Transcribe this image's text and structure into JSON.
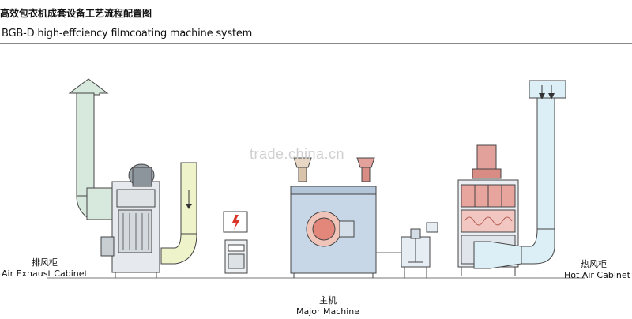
{
  "header": {
    "title_cn": "高效包衣机成套设备工艺流程配置图",
    "title_en": "BGB-D high-effciency filmcoating machine system"
  },
  "watermark": "trade.china.cn",
  "labels": {
    "air_exhaust": {
      "cn": "排风柜",
      "en": "Air Exhaust Cabinet"
    },
    "major_machine": {
      "cn": "主机",
      "en": "Major Machine"
    },
    "hot_air": {
      "cn": "热风柜",
      "en": "Hot Air Cabinet"
    }
  },
  "colors": {
    "exhaust_duct": "#d6e9dc",
    "supply_duct": "#eef3c9",
    "hot_air_duct": "#dceff6",
    "machine_body": "#c8d7e8",
    "heater_red": "#e2a19b",
    "outline": "#444444"
  }
}
